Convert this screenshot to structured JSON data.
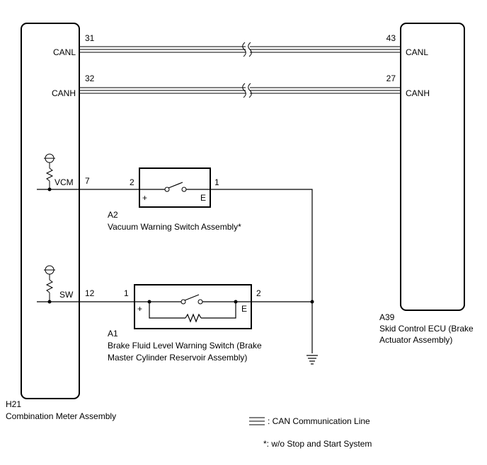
{
  "components": {
    "meter": {
      "code": "H21",
      "name": "Combination Meter Assembly"
    },
    "ecu": {
      "code": "A39",
      "name_line1": "Skid Control ECU (Brake",
      "name_line2": "Actuator Assembly)"
    },
    "a2": {
      "code": "A2",
      "name": "Vacuum Warning Switch Assembly*",
      "pin_left": "2",
      "pin_right": "1",
      "plus": "+",
      "e": "E"
    },
    "a1": {
      "code": "A1",
      "name_line1": "Brake Fluid Level Warning Switch (Brake",
      "name_line2": "Master Cylinder Reservoir Assembly)",
      "pin_left": "1",
      "pin_right": "2",
      "plus": "+",
      "e": "E"
    }
  },
  "terminals": {
    "canl_left": {
      "label": "CANL",
      "pin": "31"
    },
    "canh_left": {
      "label": "CANH",
      "pin": "32"
    },
    "canl_right": {
      "label": "CANL",
      "pin": "43"
    },
    "canh_right": {
      "label": "CANH",
      "pin": "27"
    },
    "vcm": {
      "label": "VCM",
      "pin": "7"
    },
    "sw": {
      "label": "SW",
      "pin": "12"
    }
  },
  "legend": {
    "can_line": ": CAN Communication Line",
    "note": "*: w/o Stop and Start System"
  }
}
